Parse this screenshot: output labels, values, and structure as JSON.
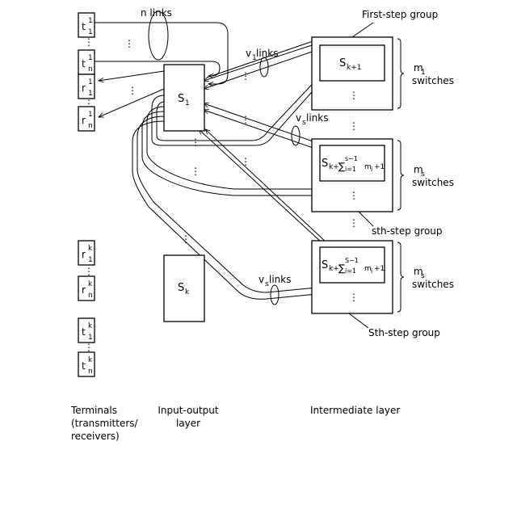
{
  "terminals_top": [
    {
      "letter": "t",
      "sup": "1",
      "sub": "1"
    },
    {
      "letter": "t",
      "sup": "1",
      "sub": "n"
    },
    {
      "letter": "r",
      "sup": "1",
      "sub": "1"
    },
    {
      "letter": "r",
      "sup": "1",
      "sub": "n"
    }
  ],
  "terminals_bottom": [
    {
      "letter": "r",
      "sup": "k",
      "sub": "1"
    },
    {
      "letter": "r",
      "sup": "k",
      "sub": "n"
    },
    {
      "letter": "t",
      "sup": "k",
      "sub": "1"
    },
    {
      "letter": "t",
      "sup": "k",
      "sub": "n"
    }
  ],
  "io_switches": {
    "s1": {
      "letter": "S",
      "sub": "1"
    },
    "sk": {
      "letter": "S",
      "sub": "k"
    }
  },
  "link_labels": {
    "n_links": "n links",
    "v1_prefix": "v",
    "v1_sub": "1",
    "v1_suffix": " links",
    "vs_prefix": "v",
    "vs_sub": "s",
    "vs_suffix": " links"
  },
  "groups": {
    "first": {
      "name": "First-step group",
      "inner_letter": "S",
      "inner_sub": "k+1",
      "count_letter": "m",
      "count_sub": "1",
      "count_word": "switches"
    },
    "sth": {
      "name": "sth-step group",
      "inner_prefix": "S",
      "inner_sub": "k+",
      "sum_upper": "s−1",
      "sum_lower": "i=1",
      "sum_body": "m",
      "sum_sub": "i",
      "sum_tail": "+1",
      "count_letter": "m",
      "count_sub": "s",
      "count_word": "switches"
    },
    "Sth": {
      "name": "Sth-step group",
      "inner_prefix": "S",
      "inner_sub": "k+",
      "sum_upper": "S−1",
      "sum_lower": "i=1",
      "sum_body": "m",
      "sum_sub": "i",
      "sum_tail": "+1",
      "count_letter": "m",
      "count_sub": "s",
      "count_word": "switches"
    }
  },
  "captions": {
    "terminals_line1": "Terminals",
    "terminals_line2": "(transmitters/",
    "terminals_line3": "receivers)",
    "io_line1": "Input-output",
    "io_line2": "layer",
    "intermediate": "Intermediate layer"
  },
  "colors": {
    "ink": "#000000",
    "paper": "#ffffff"
  }
}
